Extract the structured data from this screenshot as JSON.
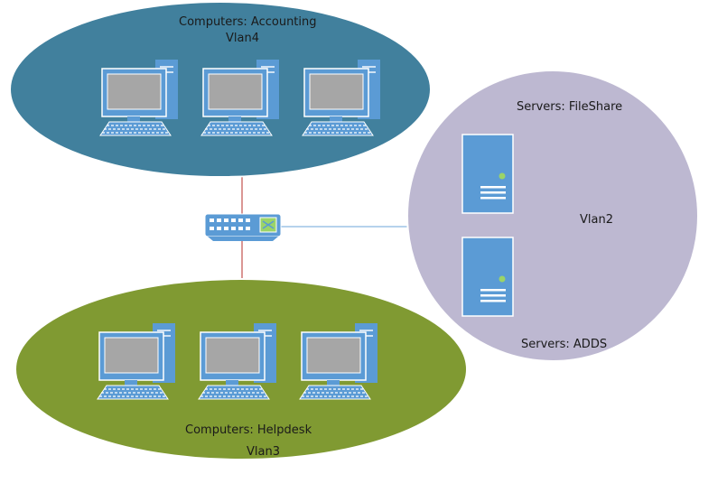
{
  "zones": {
    "accounting": {
      "title": "Computers: Accounting",
      "vlan": "Vlan4",
      "color": "#41809d",
      "computer_count": 3
    },
    "helpdesk": {
      "title": "Computers: Helpdesk",
      "vlan": "Vlan3",
      "color": "#809a32",
      "computer_count": 3
    },
    "servers": {
      "vlan": "Vlan2",
      "color": "#bdb8d1",
      "fileshare_label": "Servers: FileShare",
      "adds_label": "Servers: ADDS"
    }
  },
  "device_colors": {
    "monitor": "#5b9bd5",
    "screen": "#a6a6a6",
    "server": "#5b9bd5",
    "switch": "#5b9bd5",
    "switch_ports": "#ffffff",
    "switch_indicator": "#9bd468",
    "server_led": "#9bd468"
  },
  "links": {
    "vlan_trunk_color": "#c0504d",
    "server_link_color": "#9dc3e6"
  }
}
